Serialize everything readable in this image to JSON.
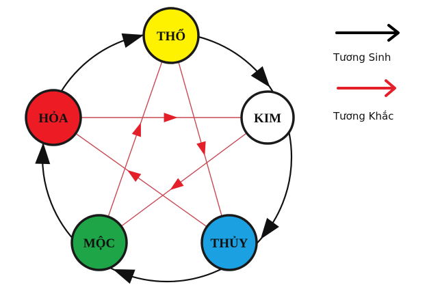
{
  "title": "Ngũ Hành Tương Sinh Tương Khắc",
  "elements": [
    {
      "id": "tho",
      "label": "THỔ",
      "color": "#FFF200"
    },
    {
      "id": "kim",
      "label": "KIM",
      "color": "#FFFFFF"
    },
    {
      "id": "thuy",
      "label": "THỦY",
      "color": "#1BA1E2"
    },
    {
      "id": "moc",
      "label": "MỘC",
      "color": "#1DA548"
    },
    {
      "id": "hoa",
      "label": "HỎA",
      "color": "#ED1C24"
    }
  ],
  "relations": {
    "generating": [
      {
        "from": "tho",
        "to": "kim"
      },
      {
        "from": "kim",
        "to": "thuy"
      },
      {
        "from": "thuy",
        "to": "moc"
      },
      {
        "from": "moc",
        "to": "hoa"
      },
      {
        "from": "hoa",
        "to": "tho"
      }
    ],
    "overcoming": [
      {
        "from": "hoa",
        "to": "kim"
      },
      {
        "from": "tho",
        "to": "thuy"
      },
      {
        "from": "kim",
        "to": "moc"
      },
      {
        "from": "thuy",
        "to": "hoa"
      },
      {
        "from": "moc",
        "to": "tho"
      }
    ]
  },
  "legend": {
    "generating": {
      "label": "Tương Sinh",
      "color": "#000000"
    },
    "overcoming": {
      "label": "Tương Khắc",
      "color": "#E3202A"
    }
  },
  "colors": {
    "outline": "#1a1a1a",
    "overcoming_line": "#C84A55",
    "overcoming_arrow": "#E3202A"
  }
}
